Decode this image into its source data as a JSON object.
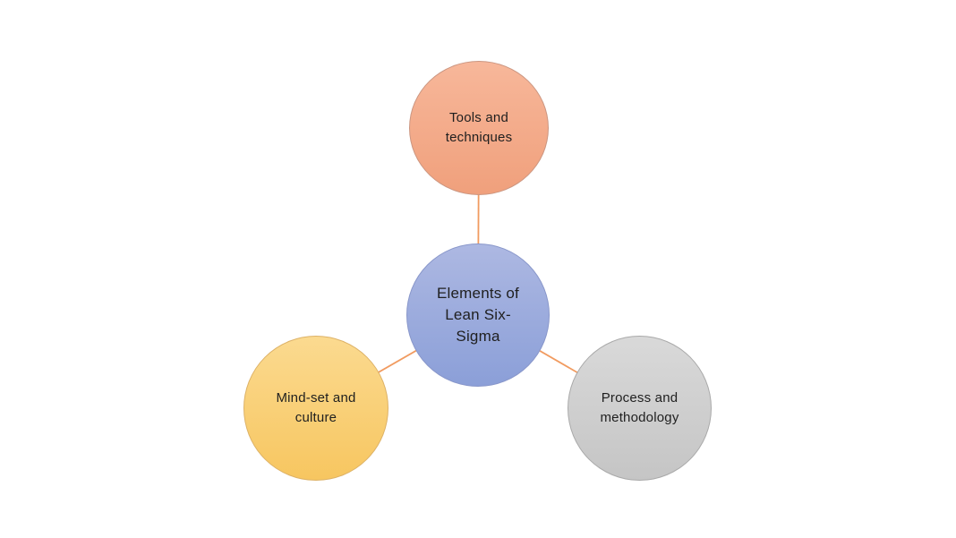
{
  "diagram": {
    "title": "Elements of Lean Six-Sigma radial diagram",
    "background_color": "#ffffff",
    "text_color": "#1f1f1f",
    "connector_color": "#f19b60",
    "center_node": {
      "label": "Elements of Lean Six-Sigma",
      "fill_top": "#adb8e2",
      "fill_bottom": "#8b9fd8",
      "border": "#8997ca"
    },
    "satellites": [
      {
        "label": "Tools and techniques",
        "position": "top",
        "fill_top": "#f7b79a",
        "fill_bottom": "#f0a07c",
        "border": "#cb9681"
      },
      {
        "label": "Mind-set and culture",
        "position": "bottom-left",
        "fill_top": "#fbda90",
        "fill_bottom": "#f7c660",
        "border": "#ddb267"
      },
      {
        "label": "Process and methodology",
        "position": "bottom-right",
        "fill_top": "#d9d9d9",
        "fill_bottom": "#c5c5c5",
        "border": "#a9a9a9"
      }
    ]
  }
}
